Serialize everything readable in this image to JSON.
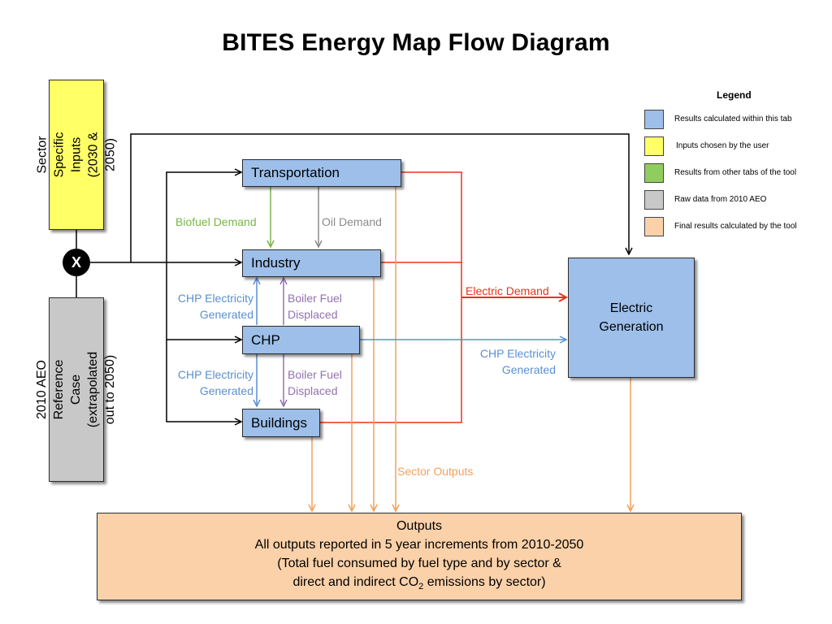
{
  "title": "BITES Energy Map Flow Diagram",
  "inputs": {
    "sector_specific": "Sector Specific Inputs (2030 & 2050)",
    "aeo_reference": "2010 AEO Reference Case (extrapolated out to 2050)",
    "combine_symbol": "X"
  },
  "sectors": {
    "transportation": "Transportation",
    "industry": "Industry",
    "chp": "CHP",
    "buildings": "Buildings"
  },
  "electric_generation": "Electric Generation",
  "flow_labels": {
    "biofuel_demand": "Biofuel Demand",
    "oil_demand": "Oil Demand",
    "chp_elec_generated_1": "CHP Electricity Generated",
    "boiler_fuel_displaced_1": "Boiler Fuel Displaced",
    "chp_elec_generated_2": "CHP Electricity Generated",
    "boiler_fuel_displaced_2": "Boiler Fuel Displaced",
    "chp_elec_generated_3": "CHP Electricity Generated",
    "electric_demand": "Electric Demand",
    "sector_outputs": "Sector Outputs"
  },
  "outputs": {
    "heading": "Outputs",
    "line1": "All outputs reported in 5 year increments from 2010-2050",
    "line2": "(Total fuel consumed by fuel type and by sector &",
    "line3_prefix": "direct and indirect CO",
    "line3_sub": "2",
    "line3_suffix": " emissions by sector)"
  },
  "legend": {
    "title": "Legend",
    "items": [
      {
        "label": "Results calculated  within this tab",
        "color": "#9dbfea"
      },
      {
        "label": "Inputs chosen by the user",
        "color": "#ffff66"
      },
      {
        "label": "Results from other tabs of the tool",
        "color": "#8fcd5e"
      },
      {
        "label": "Raw data from 2010 AEO",
        "color": "#c8c8c8"
      },
      {
        "label": "Final results calculated by the tool",
        "color": "#fbd1a9"
      }
    ]
  },
  "colors": {
    "blue_box": "#9dbfea",
    "red_flow": "#e8341c",
    "orange_flow": "#f2a05a",
    "green_flow": "#7ab648",
    "gray_flow": "#8a8a8a",
    "blue_flow": "#5b8fd1",
    "purple_flow": "#9271b0"
  }
}
